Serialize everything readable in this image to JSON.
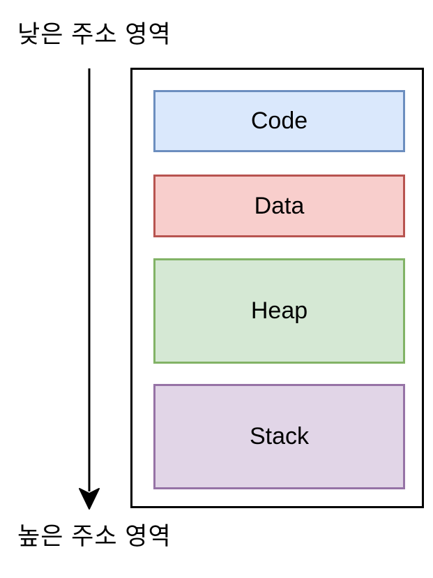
{
  "diagram": {
    "title_semantic": "process-memory-layout",
    "top_label": "낮은 주소 영역",
    "bottom_label": "높은 주소 영역",
    "arrow": {
      "direction": "down",
      "color": "#000000"
    },
    "outer_box": {
      "border_color": "#000000",
      "fill": "#ffffff"
    },
    "segments": [
      {
        "label": "Code",
        "fill": "#dae8fc",
        "border": "#6c8ebf"
      },
      {
        "label": "Data",
        "fill": "#f8cecc",
        "border": "#b85450"
      },
      {
        "label": "Heap",
        "fill": "#d5e8d4",
        "border": "#82b366"
      },
      {
        "label": "Stack",
        "fill": "#e1d5e7",
        "border": "#9673a6"
      }
    ]
  }
}
